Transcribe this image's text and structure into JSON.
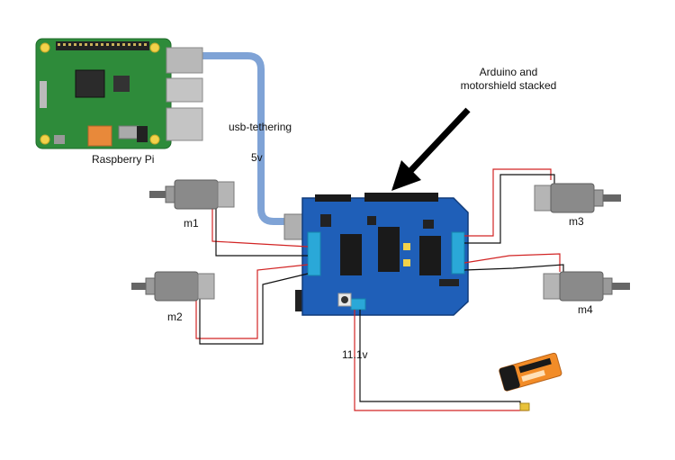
{
  "labels": {
    "raspberry_pi": "Raspberry Pi",
    "usb_tethering": "usb-tethering",
    "voltage_5v": "5v",
    "arduino_line1": "Arduino and",
    "arduino_line2": "motorshield stacked",
    "motor_m1": "m1",
    "motor_m2": "m2",
    "motor_m3": "m3",
    "motor_m4": "m4",
    "voltage_battery": "11.1v"
  },
  "colors": {
    "pi_board": "#2e8b3a",
    "shield_board": "#1f5fb8",
    "usb_cable": "#7fa3d6",
    "motor_body": "#8a8a8a",
    "wire_red": "#d22424",
    "wire_black": "#111111",
    "terminal": "#2aa8d8"
  }
}
